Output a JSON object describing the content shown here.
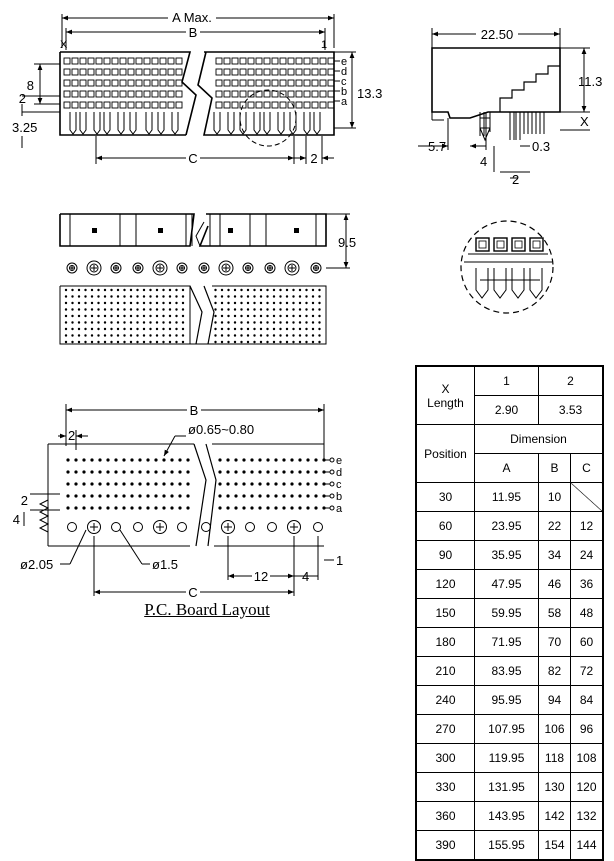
{
  "front_view": {
    "dim_a": "A Max.",
    "dim_b": "B",
    "dim_c": "C",
    "dim_2": "2",
    "dim_8": "8",
    "dim_2b": "2",
    "dim_325": "3.25",
    "dim_133": "13.3",
    "mark_x": "X",
    "mark_1": "1",
    "row_labels": [
      "e",
      "d",
      "c",
      "b",
      "a"
    ]
  },
  "side_view": {
    "dim_width": "22.50",
    "dim_height": "11.3",
    "dim_x": "X",
    "dim_57": "5.7",
    "dim_03": "0.3",
    "dim_4": "4",
    "dim_2": "2"
  },
  "top_view": {
    "dim_95": "9.5"
  },
  "pcb_layout": {
    "dim_b": "B",
    "dim_c": "C",
    "dim_2": "2",
    "dim_hole": "ø0.65~0.80",
    "dim_2a": "2",
    "dim_4a": "4",
    "dim_205": "ø2.05",
    "dim_15": "ø1.5",
    "dim_12": "12",
    "dim_4b": "4",
    "dim_1": "1",
    "row_labels": [
      "e",
      "d",
      "c",
      "b",
      "a"
    ],
    "caption": "P.C. Board Layout"
  },
  "dimension_table": {
    "x_label": "X",
    "length_label": "Length",
    "x_values": [
      "1",
      "2"
    ],
    "length_values": [
      "2.90",
      "3.53"
    ],
    "position_label": "Position",
    "dimension_label": "Dimension",
    "col_a": "A",
    "col_b": "B",
    "col_c": "C",
    "rows": [
      {
        "pos": "30",
        "a": "11.95",
        "b": "10",
        "c": ""
      },
      {
        "pos": "60",
        "a": "23.95",
        "b": "22",
        "c": "12"
      },
      {
        "pos": "90",
        "a": "35.95",
        "b": "34",
        "c": "24"
      },
      {
        "pos": "120",
        "a": "47.95",
        "b": "46",
        "c": "36"
      },
      {
        "pos": "150",
        "a": "59.95",
        "b": "58",
        "c": "48"
      },
      {
        "pos": "180",
        "a": "71.95",
        "b": "70",
        "c": "60"
      },
      {
        "pos": "210",
        "a": "83.95",
        "b": "82",
        "c": "72"
      },
      {
        "pos": "240",
        "a": "95.95",
        "b": "94",
        "c": "84"
      },
      {
        "pos": "270",
        "a": "107.95",
        "b": "106",
        "c": "96"
      },
      {
        "pos": "300",
        "a": "119.95",
        "b": "118",
        "c": "108"
      },
      {
        "pos": "330",
        "a": "131.95",
        "b": "130",
        "c": "120"
      },
      {
        "pos": "360",
        "a": "143.95",
        "b": "142",
        "c": "132"
      },
      {
        "pos": "390",
        "a": "155.95",
        "b": "154",
        "c": "144"
      }
    ]
  }
}
